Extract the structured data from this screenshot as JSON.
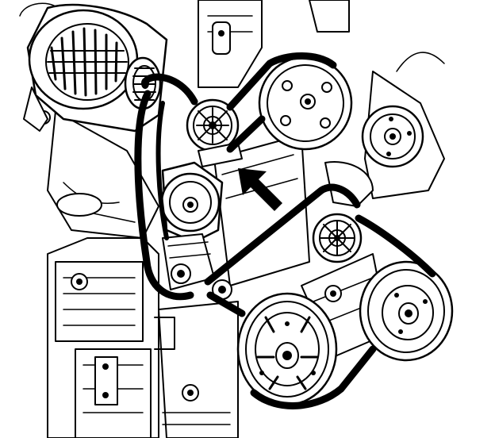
{
  "diagram": {
    "colors": {
      "ink": "#000000",
      "paper": "#ffffff"
    },
    "components": [
      "alternator",
      "idler-pulley",
      "power-steering-pump-pulley",
      "belt-tensioner",
      "crankshaft-pulley",
      "ac-compressor-pulley",
      "water-pump-pulley",
      "serpentine-belt"
    ],
    "indicator_icon": "arrow-icon"
  }
}
